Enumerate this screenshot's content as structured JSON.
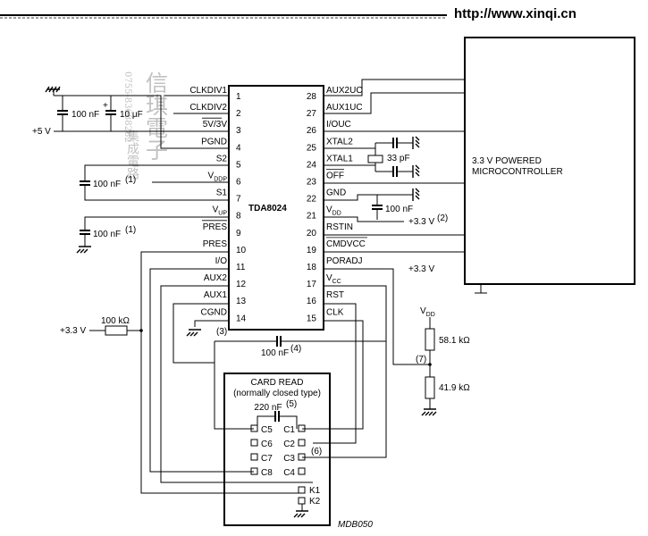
{
  "header": {
    "url": "http://www.xinqi.cn"
  },
  "watermark": {
    "phone": "0755-83688282",
    "brand": "信琪電子",
    "sub": "集成電路"
  },
  "ic": {
    "name": "TDA8024",
    "left_pins": [
      {
        "num": "1",
        "name": "CLKDIV1"
      },
      {
        "num": "2",
        "name": "CLKDIV2"
      },
      {
        "num": "3",
        "name": "5V/3V"
      },
      {
        "num": "4",
        "name": "PGND"
      },
      {
        "num": "5",
        "name": "S2"
      },
      {
        "num": "6",
        "name": "VDDP",
        "base": "V",
        "sub": "DDP"
      },
      {
        "num": "7",
        "name": "S1"
      },
      {
        "num": "8",
        "name": "VUP",
        "base": "V",
        "sub": "UP"
      },
      {
        "num": "9",
        "name": "PRES"
      },
      {
        "num": "10",
        "name": "PRES"
      },
      {
        "num": "11",
        "name": "I/O"
      },
      {
        "num": "12",
        "name": "AUX2"
      },
      {
        "num": "13",
        "name": "AUX1"
      },
      {
        "num": "14",
        "name": "CGND"
      }
    ],
    "right_pins": [
      {
        "num": "28",
        "name": "AUX2UC"
      },
      {
        "num": "27",
        "name": "AUX1UC"
      },
      {
        "num": "26",
        "name": "I/OUC"
      },
      {
        "num": "25",
        "name": "XTAL2"
      },
      {
        "num": "24",
        "name": "XTAL1"
      },
      {
        "num": "23",
        "name": "OFF"
      },
      {
        "num": "22",
        "name": "GND"
      },
      {
        "num": "21",
        "name": "VDD",
        "base": "V",
        "sub": "DD"
      },
      {
        "num": "20",
        "name": "RSTIN"
      },
      {
        "num": "19",
        "name": "CMDVCC"
      },
      {
        "num": "18",
        "name": "PORADJ"
      },
      {
        "num": "17",
        "name": "VCC",
        "base": "V",
        "sub": "CC"
      },
      {
        "num": "16",
        "name": "RST"
      },
      {
        "num": "15",
        "name": "CLK"
      }
    ]
  },
  "micro": {
    "line1": "3.3 V POWERED",
    "line2": "MICROCONTROLLER"
  },
  "supply": {
    "plus5": "+5 V",
    "plus33_left": "+3.3 V",
    "plus33_right": "+3.3 V",
    "plus33_vdd": "+3.3 V",
    "vdd_note": "(2)",
    "vdd_label_base": "V",
    "vdd_label_sub": "DD"
  },
  "components": {
    "c_100nf_supply": "100 nF",
    "c_10uf": "10 μF",
    "c_100nf_vddp": "100 nF",
    "c_100nf_vddp_note": "(1)",
    "c_100nf_vup": "100 nF",
    "c_100nf_vup_note": "(1)",
    "c_33pf": "33 pF",
    "c_100nf_vdd": "100 nF",
    "c_100nf_vcc": "100 nF",
    "c_100nf_vcc_note": "(4)",
    "r_100k": "100 kΩ",
    "r_58k": "58.1 kΩ",
    "r_41k": "41.9 kΩ",
    "note3": "(3)",
    "note7": "(7)"
  },
  "card": {
    "title1": "CARD READ",
    "title2": "(normally closed type)",
    "cap": "220 nF",
    "cap_note": "(5)",
    "left_contacts": [
      "C5",
      "C6",
      "C7",
      "C8"
    ],
    "right_contacts": [
      "C1",
      "C2",
      "C3",
      "C4"
    ],
    "c3_note": "(6)",
    "switch": [
      "K1",
      "K2"
    ]
  },
  "figure_code": "MDB050"
}
